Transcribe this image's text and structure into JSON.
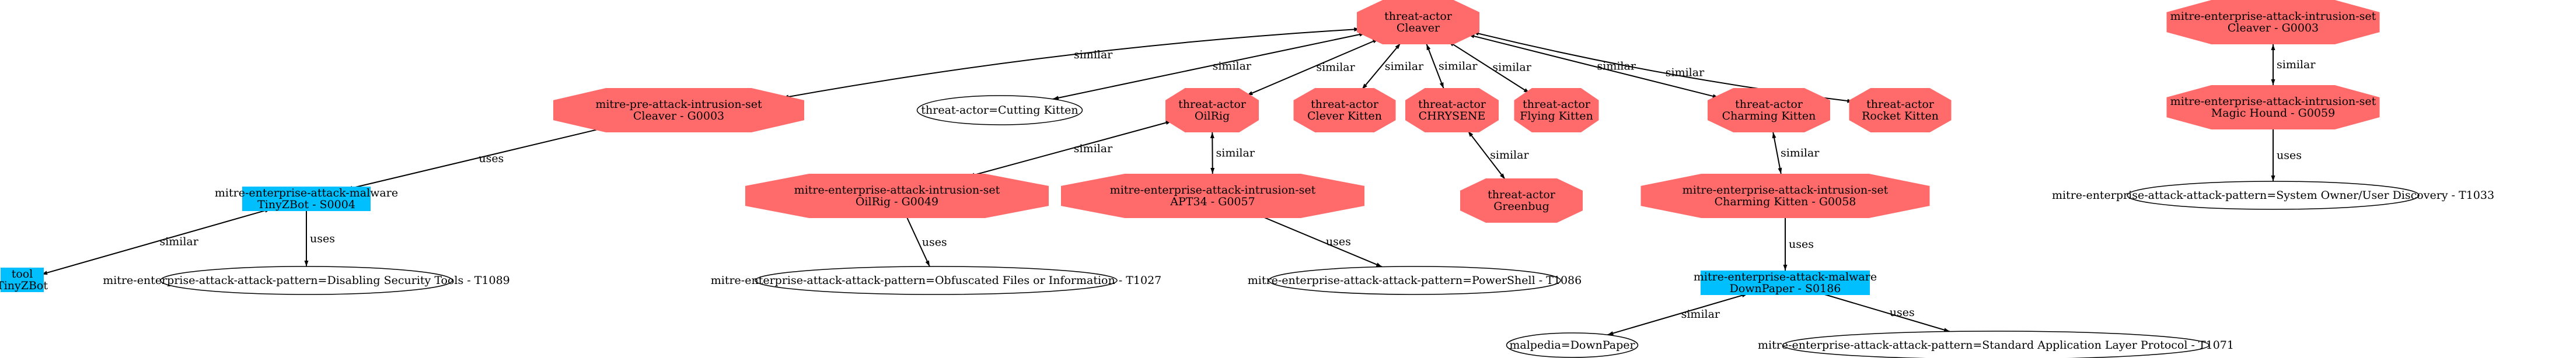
{
  "graph": {
    "type": "directed-graph",
    "colors": {
      "octagon_fill": "#ff6b6b",
      "box_fill": "#00bfff",
      "ellipse_fill": "#ffffff",
      "edge": "#000000"
    },
    "nodes": [
      {
        "id": "ta_cleaver",
        "shape": "octagon",
        "lines": [
          "threat-actor",
          "Cleaver"
        ]
      },
      {
        "id": "pre_cleaver",
        "shape": "octagon",
        "lines": [
          "mitre-pre-attack-intrusion-set",
          "Cleaver - G0003"
        ]
      },
      {
        "id": "cutting_kitten",
        "shape": "ellipse",
        "lines": [
          "threat-actor=Cutting Kitten"
        ]
      },
      {
        "id": "ta_oilrig",
        "shape": "octagon",
        "lines": [
          "threat-actor",
          "OilRig"
        ]
      },
      {
        "id": "ta_clever_kitten",
        "shape": "octagon",
        "lines": [
          "threat-actor",
          "Clever Kitten"
        ]
      },
      {
        "id": "ta_chrysene",
        "shape": "octagon",
        "lines": [
          "threat-actor",
          "CHRYSENE"
        ]
      },
      {
        "id": "ta_flying_kitten",
        "shape": "octagon",
        "lines": [
          "threat-actor",
          "Flying Kitten"
        ]
      },
      {
        "id": "ta_charming_kitten",
        "shape": "octagon",
        "lines": [
          "threat-actor",
          "Charming Kitten"
        ]
      },
      {
        "id": "ta_rocket_kitten",
        "shape": "octagon",
        "lines": [
          "threat-actor",
          "Rocket Kitten"
        ]
      },
      {
        "id": "ent_cleaver",
        "shape": "octagon",
        "lines": [
          "mitre-enterprise-attack-intrusion-set",
          "Cleaver - G0003"
        ]
      },
      {
        "id": "ent_magic_hound",
        "shape": "octagon",
        "lines": [
          "mitre-enterprise-attack-intrusion-set",
          "Magic Hound - G0059"
        ]
      },
      {
        "id": "ap_t1033",
        "shape": "ellipse",
        "lines": [
          "mitre-enterprise-attack-attack-pattern=System Owner/User Discovery - T1033"
        ]
      },
      {
        "id": "mal_tinyzbot",
        "shape": "box",
        "lines": [
          "mitre-enterprise-attack-malware",
          "TinyZBot - S0004"
        ]
      },
      {
        "id": "tool_tinyzbot",
        "shape": "box",
        "lines": [
          "tool",
          "TinyZBot"
        ]
      },
      {
        "id": "ap_t1089",
        "shape": "ellipse",
        "lines": [
          "mitre-enterprise-attack-attack-pattern=Disabling Security Tools - T1089"
        ]
      },
      {
        "id": "ent_oilrig",
        "shape": "octagon",
        "lines": [
          "mitre-enterprise-attack-intrusion-set",
          "OilRig - G0049"
        ]
      },
      {
        "id": "ent_apt34",
        "shape": "octagon",
        "lines": [
          "mitre-enterprise-attack-intrusion-set",
          "APT34 - G0057"
        ]
      },
      {
        "id": "ta_greenbug",
        "shape": "octagon",
        "lines": [
          "threat-actor",
          "Greenbug"
        ]
      },
      {
        "id": "ent_charming_kitten",
        "shape": "octagon",
        "lines": [
          "mitre-enterprise-attack-intrusion-set",
          "Charming Kitten - G0058"
        ]
      },
      {
        "id": "ap_t1027",
        "shape": "ellipse",
        "lines": [
          "mitre-enterprise-attack-attack-pattern=Obfuscated Files or Information - T1027"
        ]
      },
      {
        "id": "ap_t1086",
        "shape": "ellipse",
        "lines": [
          "mitre-enterprise-attack-attack-pattern=PowerShell - T1086"
        ]
      },
      {
        "id": "mal_downpaper",
        "shape": "box",
        "lines": [
          "mitre-enterprise-attack-malware",
          "DownPaper - S0186"
        ]
      },
      {
        "id": "malpedia_downpaper",
        "shape": "ellipse",
        "lines": [
          "malpedia=DownPaper"
        ]
      },
      {
        "id": "ap_t1071",
        "shape": "ellipse",
        "lines": [
          "mitre-enterprise-attack-attack-pattern=Standard Application Layer Protocol - T1071"
        ]
      }
    ],
    "edges": [
      {
        "from": "pre_cleaver",
        "to": "ta_cleaver",
        "label": "similar",
        "dir": "both"
      },
      {
        "from": "cutting_kitten",
        "to": "ta_cleaver",
        "label": "similar",
        "dir": "both"
      },
      {
        "from": "ta_oilrig",
        "to": "ta_cleaver",
        "label": "similar",
        "dir": "both"
      },
      {
        "from": "ta_clever_kitten",
        "to": "ta_cleaver",
        "label": "similar",
        "dir": "both"
      },
      {
        "from": "ta_chrysene",
        "to": "ta_cleaver",
        "label": "similar",
        "dir": "both"
      },
      {
        "from": "ta_flying_kitten",
        "to": "ta_cleaver",
        "label": "similar",
        "dir": "both"
      },
      {
        "from": "ta_charming_kitten",
        "to": "ta_cleaver",
        "label": "similar",
        "dir": "both"
      },
      {
        "from": "ta_rocket_kitten",
        "to": "ta_cleaver",
        "label": "similar",
        "dir": "both"
      },
      {
        "from": "ent_cleaver",
        "to": "ent_magic_hound",
        "label": "similar",
        "dir": "both"
      },
      {
        "from": "ent_magic_hound",
        "to": "ap_t1033",
        "label": "uses",
        "dir": "forward"
      },
      {
        "from": "pre_cleaver",
        "to": "mal_tinyzbot",
        "label": "uses",
        "dir": "forward"
      },
      {
        "from": "mal_tinyzbot",
        "to": "tool_tinyzbot",
        "label": "similar",
        "dir": "both"
      },
      {
        "from": "mal_tinyzbot",
        "to": "ap_t1089",
        "label": "uses",
        "dir": "forward"
      },
      {
        "from": "ta_oilrig",
        "to": "ent_oilrig",
        "label": "similar",
        "dir": "both"
      },
      {
        "from": "ta_oilrig",
        "to": "ent_apt34",
        "label": "similar",
        "dir": "both"
      },
      {
        "from": "ta_chrysene",
        "to": "ta_greenbug",
        "label": "similar",
        "dir": "both"
      },
      {
        "from": "ta_charming_kitten",
        "to": "ent_charming_kitten",
        "label": "similar",
        "dir": "both"
      },
      {
        "from": "ent_oilrig",
        "to": "ap_t1027",
        "label": "uses",
        "dir": "forward"
      },
      {
        "from": "ent_apt34",
        "to": "ap_t1086",
        "label": "uses",
        "dir": "forward"
      },
      {
        "from": "ent_charming_kitten",
        "to": "mal_downpaper",
        "label": "uses",
        "dir": "forward"
      },
      {
        "from": "mal_downpaper",
        "to": "malpedia_downpaper",
        "label": "similar",
        "dir": "both"
      },
      {
        "from": "mal_downpaper",
        "to": "ap_t1071",
        "label": "uses",
        "dir": "forward"
      }
    ]
  }
}
